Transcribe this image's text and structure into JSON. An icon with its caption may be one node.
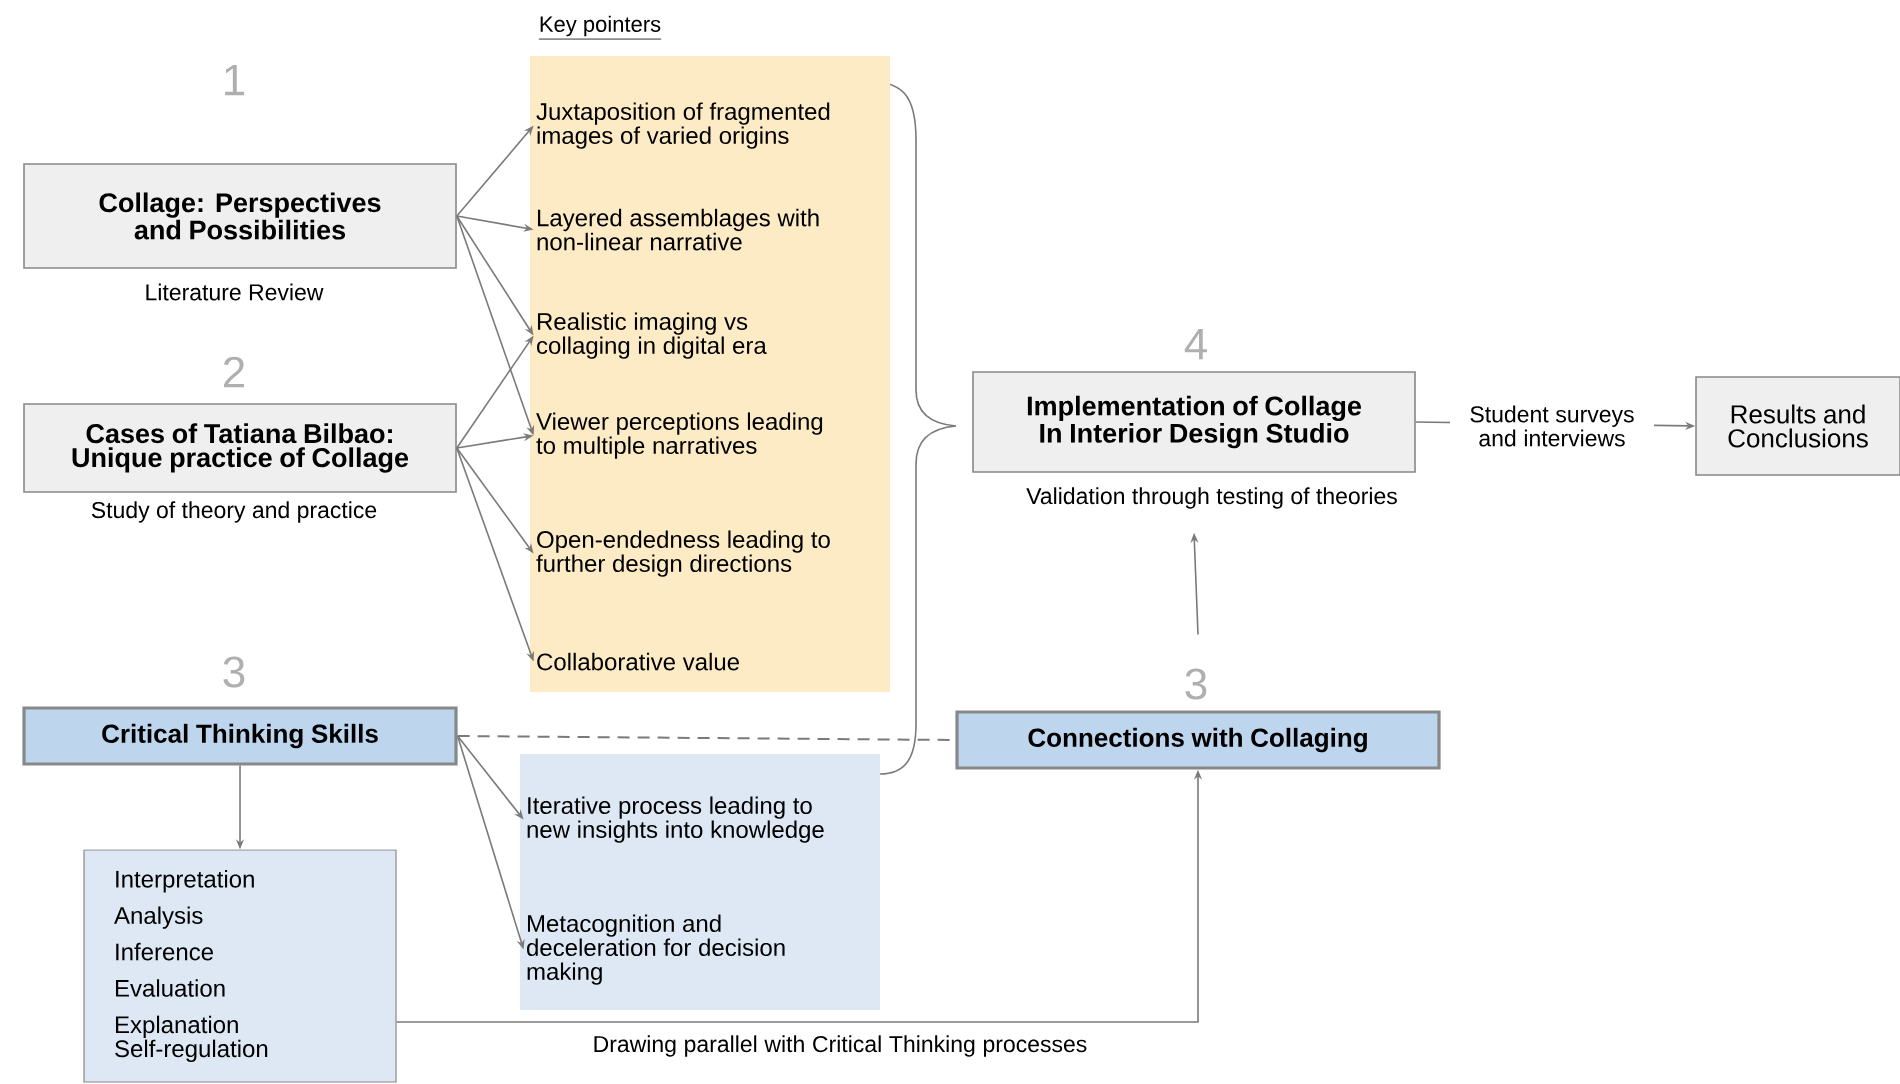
{
  "diagram": {
    "nodes": [
      {
        "text": [
          "Collage: Perspectives and Possibilities"
        ],
        "beside": [
          "1",
          "Literature Review"
        ]
      },
      {
        "text": [
          "Cases of Tatiana Bilbao:",
          "Unique practice of Collage"
        ],
        "beside": [
          "2",
          "Study of theory and practice"
        ]
      },
      {
        "text": [
          "Key pointers"
        ]
      },
      {
        "text": [
          "Juxtaposition of fragmented images of varied origins"
        ],
        "in": 2
      },
      {
        "text": [
          "Layered assemblages with non-linear narrative"
        ],
        "in": 2
      },
      {
        "text": [
          "Realistic imaging vs collaging in digital era"
        ],
        "in": 2
      },
      {
        "text": [
          "Viewer perceptions leading to multiple narratives"
        ],
        "in": 2
      },
      {
        "text": [
          "Open-endedness leading to further design directions"
        ],
        "in": 2
      },
      {
        "text": [
          "Collaborative value"
        ],
        "in": 2
      },
      {
        "text": [
          "Critical Thinking Skills"
        ],
        "beside": [
          "3"
        ]
      },
      {
        "text": [
          "Interpretation",
          "Analysis",
          "Inference",
          "Evaluation",
          "Explanation",
          "Self-regulation"
        ]
      },
      {
        "text": [],
        "shape": "box"
      },
      {
        "text": [
          "Iterative process leading to new insights into knowledge"
        ],
        "in": 11
      },
      {
        "text": [
          "Metacognition and deceleration for decision making"
        ],
        "in": 11
      },
      {
        "text": [
          "Implementation of Collage",
          "In Interior Design Studio"
        ],
        "beside": [
          "4",
          "Validation through testing of theories"
        ]
      },
      {
        "text": [
          "Results and Conclusions"
        ]
      },
      {
        "text": [
          "Connections with Collaging"
        ],
        "beside": [
          "3"
        ]
      }
    ],
    "edges": [
      {
        "from": 0,
        "to": 3,
        "arrow": "to"
      },
      {
        "from": 0,
        "to": 4,
        "arrow": "to"
      },
      {
        "from": 0,
        "to": 5,
        "arrow": "to"
      },
      {
        "from": 0,
        "to": 6,
        "arrow": "to"
      },
      {
        "from": 1,
        "to": 5,
        "arrow": "to"
      },
      {
        "from": 1,
        "to": 6,
        "arrow": "to"
      },
      {
        "from": 1,
        "to": 7,
        "arrow": "to"
      },
      {
        "from": 1,
        "to": 8,
        "arrow": "to"
      },
      {
        "from": 9,
        "to": 10,
        "arrow": "to"
      },
      {
        "from": 9,
        "to": 12,
        "arrow": "to"
      },
      {
        "from": 9,
        "to": 13,
        "arrow": "to"
      },
      {
        "from": 9,
        "to": 16,
        "arrow": "none",
        "style": "dashed"
      },
      {
        "from": 10,
        "to": 16,
        "arrow": "to",
        "label": "Drawing parallel with Critical Thinking processes"
      },
      {
        "from": 16,
        "to": 14,
        "arrow": "to"
      },
      {
        "from": 14,
        "to": 15,
        "arrow": "to",
        "label": "Student surveys and interviews"
      }
    ]
  }
}
